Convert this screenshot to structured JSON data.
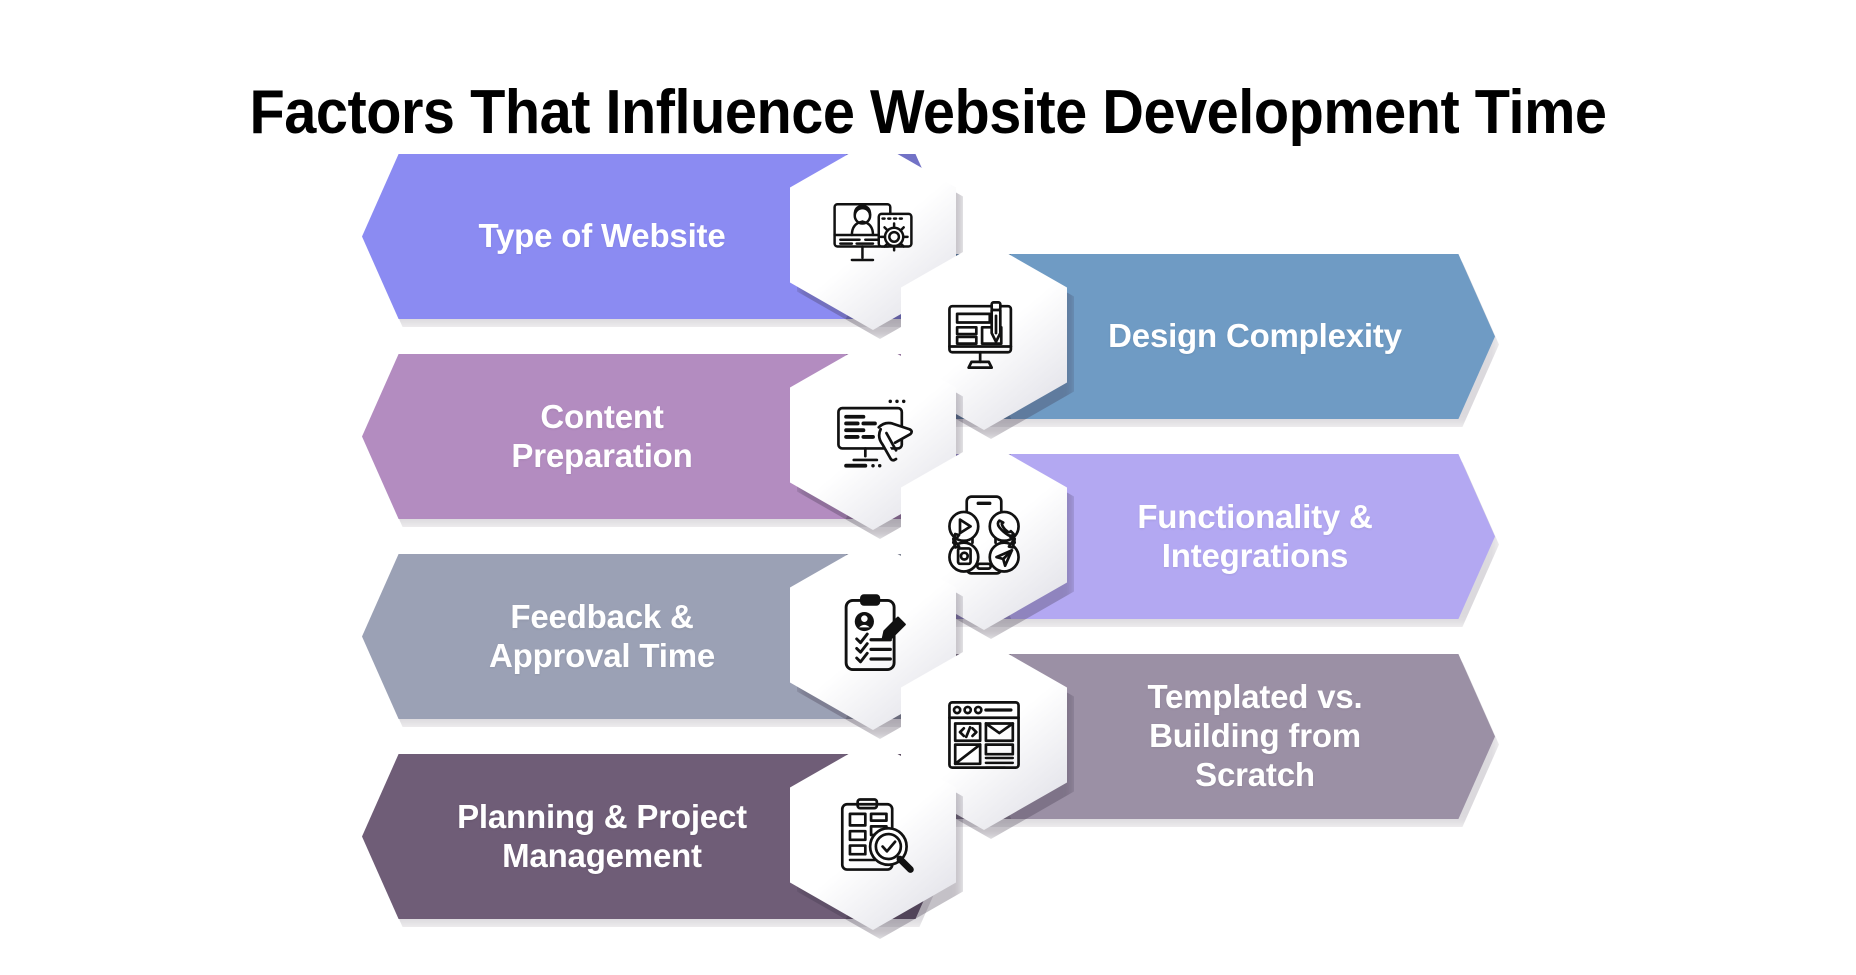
{
  "title": "Factors That Influence Website Development Time",
  "background_color": "#ffffff",
  "title_color": "#000000",
  "diagram": {
    "type": "hexagon-banner-list",
    "label_text_color": "#ffffff",
    "icon_hexagon_fill": "#ffffff",
    "icon_stroke_color": "#111111",
    "items": [
      {
        "id": "type-of-website",
        "label": "Type of Website",
        "label_line1": "Type of Website",
        "label_line2": "",
        "color": "#8b8bf2",
        "side": "left",
        "icon": "monitor-person-gear-icon",
        "order": 1
      },
      {
        "id": "design-complexity",
        "label": "Design Complexity",
        "label_line1": "Design Complexity",
        "label_line2": "",
        "color": "#6f9bc4",
        "side": "right",
        "icon": "monitor-brush-design-icon",
        "order": 2
      },
      {
        "id": "content-preparation",
        "label": "Content Preparation",
        "label_line1": "Content",
        "label_line2": "Preparation",
        "color": "#b38cc0",
        "side": "left",
        "icon": "monitor-writing-hand-icon",
        "order": 3
      },
      {
        "id": "functionality-integrations",
        "label": "Functionality & Integrations",
        "label_line1": "Functionality &",
        "label_line2": "Integrations",
        "color": "#b3a8f2",
        "side": "right",
        "icon": "phone-app-integrations-icon",
        "order": 4
      },
      {
        "id": "feedback-approval-time",
        "label": "Feedback & Approval Time",
        "label_line1": "Feedback &",
        "label_line2": "Approval Time",
        "color": "#9ba1b5",
        "side": "left",
        "icon": "clipboard-checklist-pencil-icon",
        "order": 5
      },
      {
        "id": "templated-vs-scratch",
        "label": "Templated vs. Building from Scratch",
        "label_line1": "Templated vs.",
        "label_line2": "Building from",
        "label_line3": "Scratch",
        "color": "#9b90a5",
        "side": "right",
        "icon": "browser-code-layout-icon",
        "order": 6
      },
      {
        "id": "planning-project-management",
        "label": "Planning & Project Management",
        "label_line1": "Planning & Project",
        "label_line2": "Management",
        "color": "#6f5d77",
        "side": "left",
        "icon": "clipboard-magnifier-check-icon",
        "order": 7
      }
    ]
  }
}
